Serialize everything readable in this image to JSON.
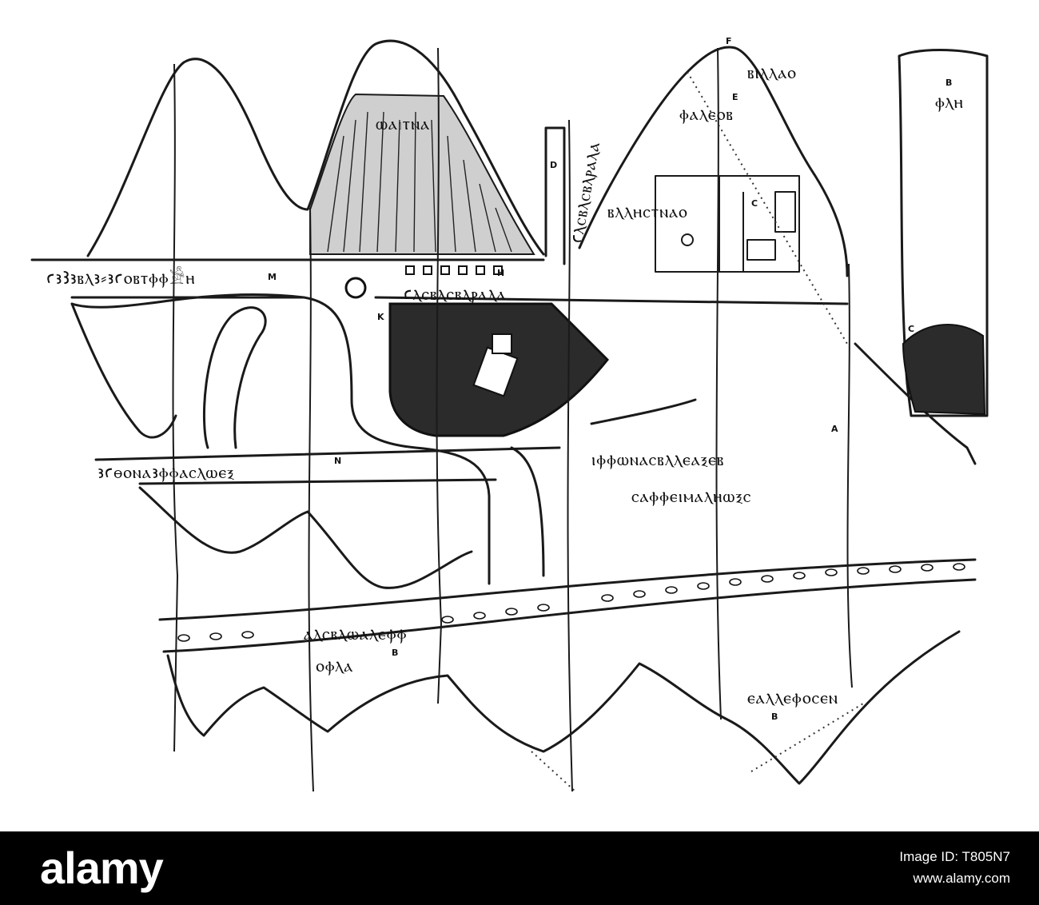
{
  "map": {
    "hieroglyph_lines": {
      "top_left_road": "ꜥꜣꜢꜣⲃⲗꜣ⸗ꜣꜥⲟⲃⲧⲫⲫ𓀀ⲏ",
      "mid_left_road": "ꜣꜥⲑⲟⲛⲁꜣⲫⲫⲁⲥⲗⲱⲉⲝ",
      "mountain_label": "ⲱⲁ𓏤ⲧⲛⲁ",
      "stela_label": "ꜥⲗⲥⲃⲗⲥⲃⲗⲣⲁⲗⲁ",
      "center_block_1": "ⲓⲫⲫⲱⲛⲁⲥⲃⲗⲗⲉⲁⲝⲉⲃ",
      "center_block_2": "ⲥⲁⲫⲫⲉⲓⲙⲁⲗⲏⲱⲝⲥ",
      "river_label": "ⲁⲗⲥⲃⲗⲱⲁⲗⲉⲫⲫ",
      "lower_left_label": "ⲟⲫⲗⲁ",
      "lower_right_label": "ⲉⲁⲗⲗⲉⲫⲟⲥⲉⲛ",
      "top_right_label": "ⲃⲓⲗⲗⲁⲟ",
      "right_peak_label": "ⲫⲁⲗⲉⲟⲃ",
      "house_label": "ⲃⲗⲗⲏⲥⲧⲛⲁⲟ",
      "far_right_label": "ⲫⲗⲏ"
    },
    "reference_letters": {
      "a": "A",
      "b1": "B",
      "b2": "B",
      "b3": "B",
      "c1": "C",
      "c2": "C",
      "d": "D",
      "e": "E",
      "f": "F",
      "h": "H",
      "k": "K",
      "m": "M",
      "n": "N"
    }
  },
  "footer": {
    "logo": "alamy",
    "image_id_label": "Image ID: T805N7",
    "website": "www.alamy.com"
  }
}
